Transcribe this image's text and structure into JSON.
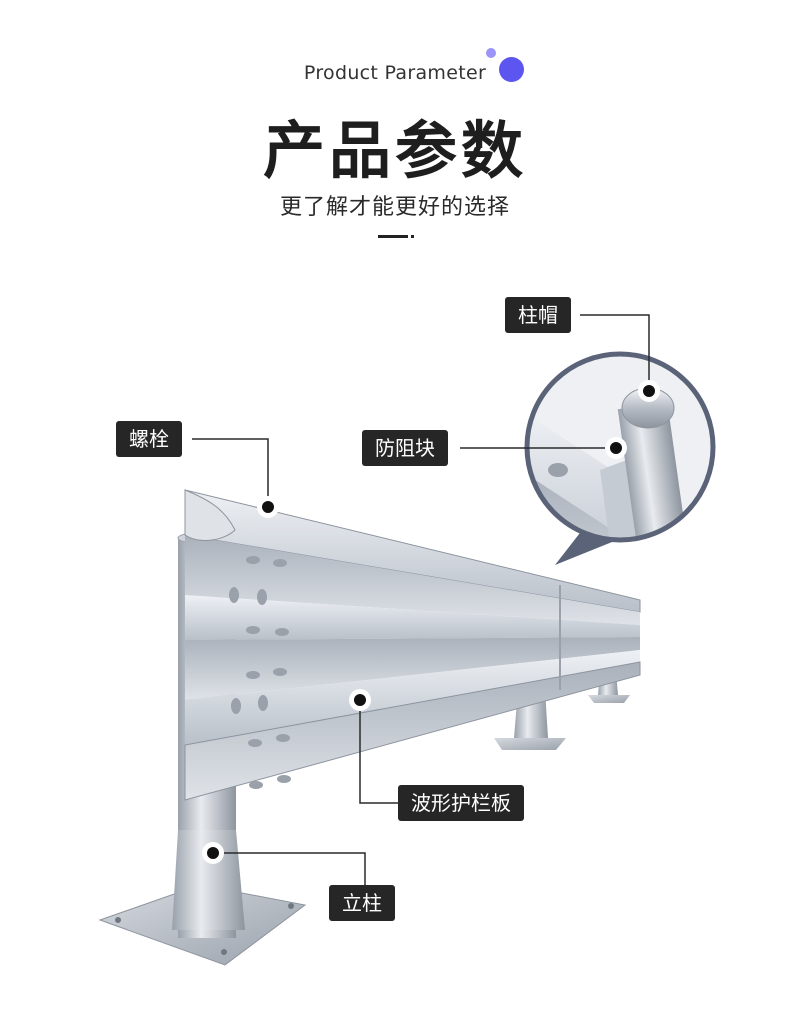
{
  "header": {
    "eyebrow": "Product Parameter",
    "title": "产品参数",
    "subtitle": "更了解才能更好的选择"
  },
  "callouts": {
    "post_cap": "柱帽",
    "spacer_block": "防阻块",
    "bolt": "螺栓",
    "wave_beam": "波形护栏板",
    "post": "立柱"
  },
  "colors": {
    "accent_dot": "#5c55ef",
    "accent_dot_light": "#9b95f7",
    "label_bg": "#262626",
    "zoom_ring": "#5a6378"
  },
  "icons": [
    "decorative-dot-icon",
    "callout-marker-icon"
  ]
}
